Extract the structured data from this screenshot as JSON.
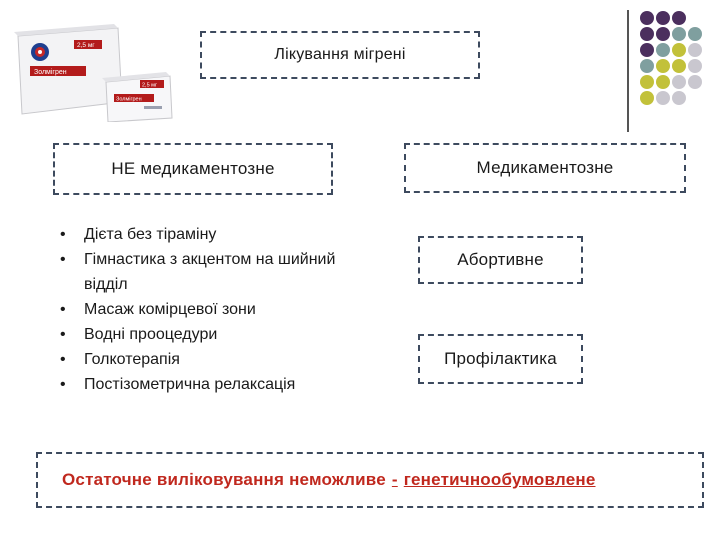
{
  "title": "Лікування мігрені",
  "left_heading": "НЕ медикаментозне",
  "right_heading": "Медикаментозне",
  "left_items": [
    "Дієта без тіраміну",
    "Гімнастика з акцентом на шийний відділ",
    "Масаж комірцевої зони",
    "Водні прооцедури",
    "Голкотерапія",
    "Постізометрична релаксація"
  ],
  "right_items": {
    "abortive": "Абортивне",
    "prophylaxis": "Профілактика"
  },
  "bottom": {
    "main": "Остаточне виліковування неможливе",
    "sep": "-",
    "tail": "генетичнообумовлене"
  },
  "product": {
    "box1_label": "Золмігрен",
    "box1_dose": "2,5 мг",
    "box2_label": "Золмігрен",
    "box2_dose": "2,5 мг"
  },
  "colors": {
    "purple": "#4b2f5e",
    "teal": "#7f9f9f",
    "olive": "#c2c13a",
    "grey": "#c9c7cf",
    "red": "#c0281e"
  }
}
